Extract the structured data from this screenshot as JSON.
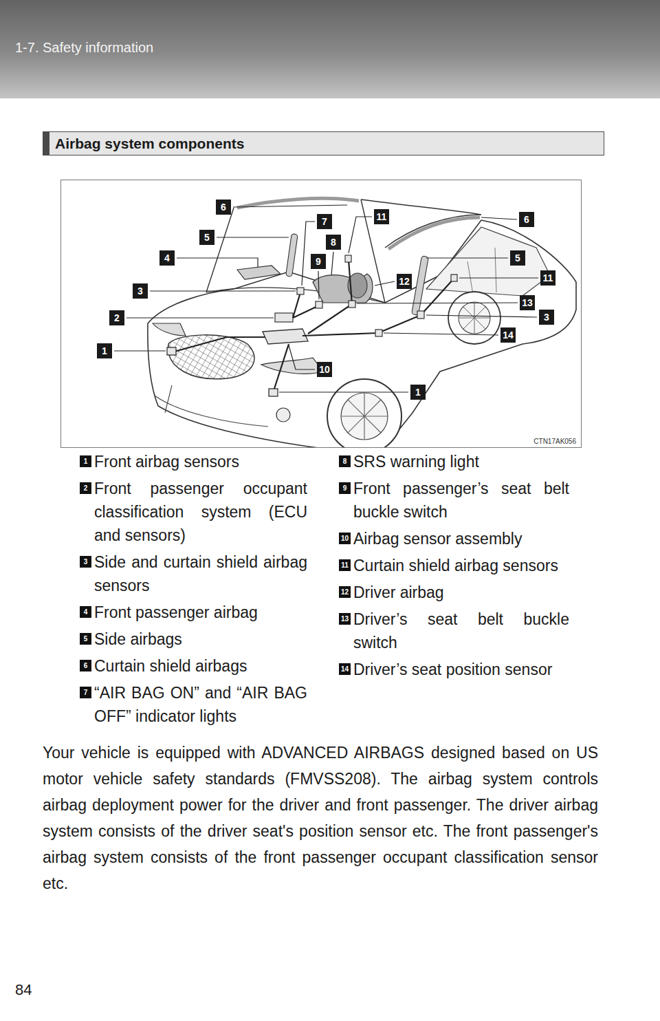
{
  "diagram": {
    "title": "Airbag system components",
    "nodes": [
      {
        "text": [
          "1-7. Safety information"
        ]
      }
    ],
    "labels": [
      "6",
      "11",
      "6",
      "7",
      "5",
      "8",
      "4",
      "9",
      "5",
      "11",
      "3",
      "12",
      "13",
      "2",
      "3",
      "14",
      "1",
      "10",
      "1",
      "CTN17AK056",
      "1",
      "Front airbag sensors",
      "2",
      "Front passenger occupant classification system (ECU and sensors)",
      "3",
      "Side and curtain shield airbag sensors",
      "4",
      "Front passenger airbag",
      "5",
      "Side airbags",
      "6",
      "Curtain shield airbags",
      "7",
      "“AIR BAG ON” and “AIR BAG OFF” indicator lights",
      "8",
      "SRS warning light",
      "9",
      "Front passenger’s seat belt buckle switch",
      "10",
      "Airbag sensor assembly",
      "11",
      "Curtain shield airbag sensors",
      "12",
      "Driver airbag",
      "13",
      "Driver’s seat belt buckle switch",
      "14",
      "Driver’s seat position sensor",
      "Your vehicle is equipped with ADVANCED AIRBAGS designed based on US motor vehicle safety standards (FMVSS208). The airbag system controls airbag deployment power for the driver and front passenger. The driver airbag system consists of the driver seat's position sensor etc. The front passenger's airbag system consists of the front passenger occupant classification sensor etc.",
      "84"
    ]
  }
}
